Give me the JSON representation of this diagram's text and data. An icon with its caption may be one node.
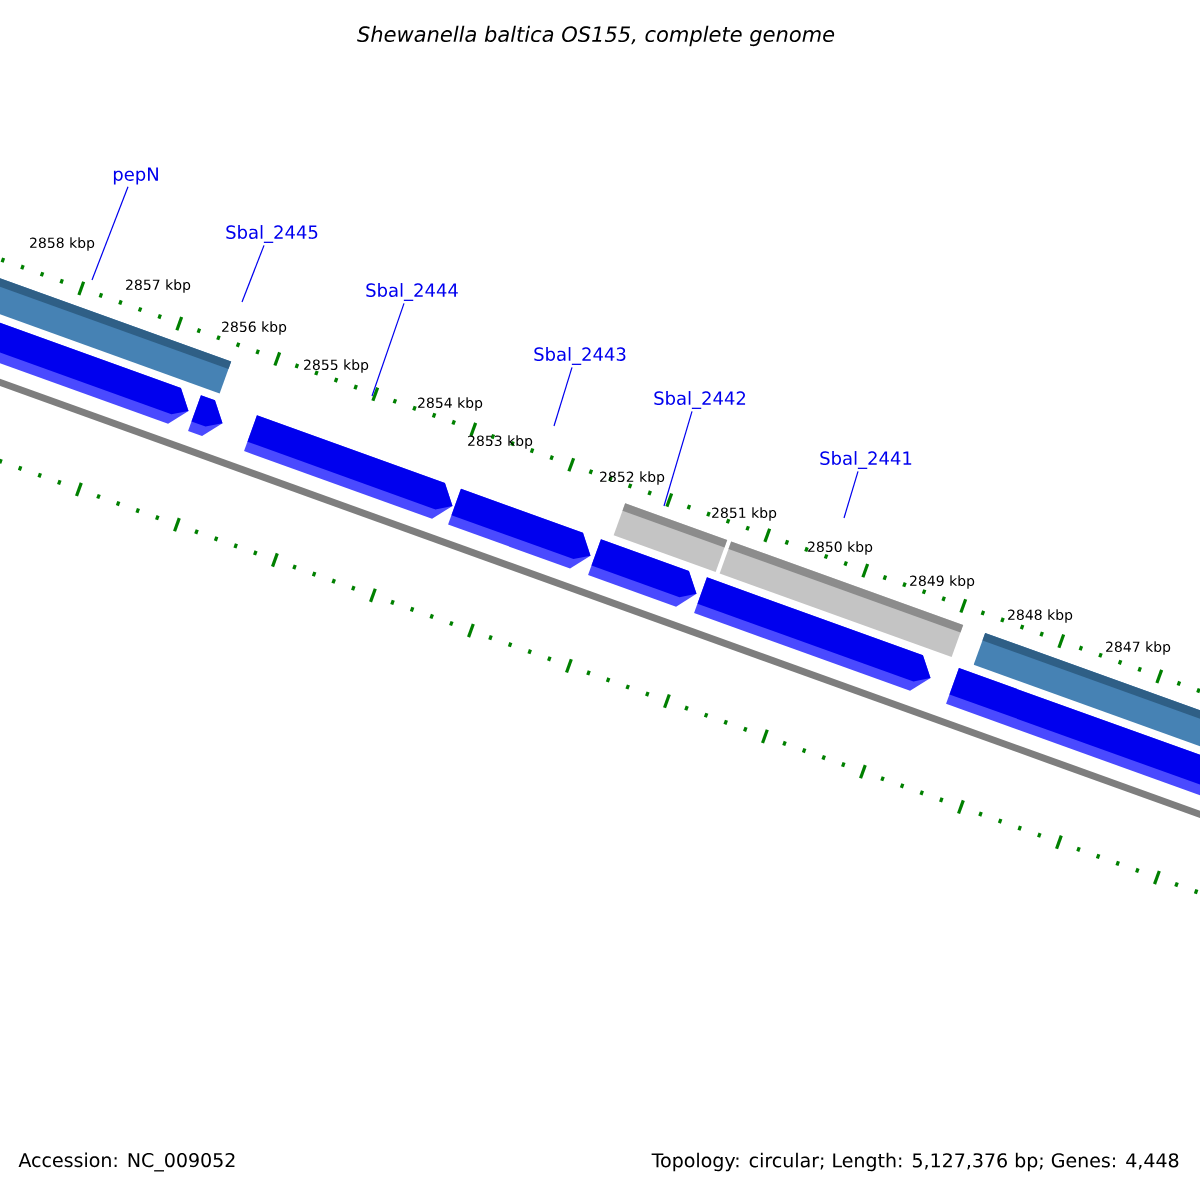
{
  "diagram": {
    "title": "Shewanella baltica OS155, complete genome",
    "nodes": [
      {
        "text": [
          "pepN"
        ]
      },
      {
        "text": [
          "Sbal_2445"
        ]
      },
      {
        "text": [
          "Sbal_2444"
        ]
      },
      {
        "text": [
          "Sbal_2443"
        ]
      },
      {
        "text": [
          "Sbal_2442"
        ]
      },
      {
        "text": [
          "Sbal_2441"
        ]
      }
    ],
    "edges": [
      {
        "from": 0,
        "to": null,
        "arrow": "none"
      },
      {
        "from": 1,
        "to": null,
        "arrow": "none"
      },
      {
        "from": 2,
        "to": null,
        "arrow": "none"
      },
      {
        "from": 3,
        "to": null,
        "arrow": "none"
      },
      {
        "from": 4,
        "to": null,
        "arrow": "none"
      },
      {
        "from": 5,
        "to": null,
        "arrow": "none"
      }
    ],
    "labels": [
      "2858 kbp",
      "2857 kbp",
      "2856 kbp",
      "2855 kbp",
      "2854 kbp",
      "2853 kbp",
      "2852 kbp",
      "2851 kbp",
      "2850 kbp",
      "2849 kbp",
      "2848 kbp",
      "2847 kbp",
      "Accession: NC_009052",
      "Topology: circular; Length: 5,127,376 bp; Genes: 4,448"
    ]
  }
}
